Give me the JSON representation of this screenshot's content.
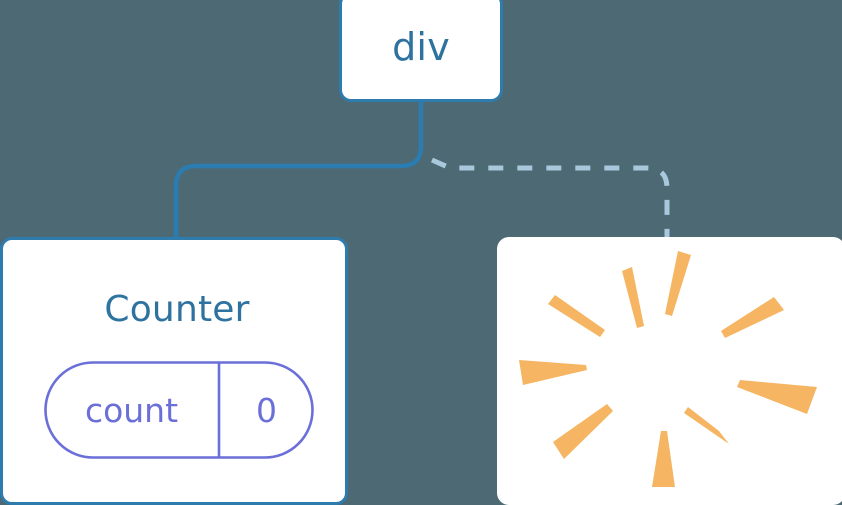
{
  "diagram": {
    "title": "React component tree with state and update burst",
    "background_color": "#4d6974",
    "node_fill": "#ffffff",
    "node_border_color": "#2e7cae",
    "label_color": "#2e72a0",
    "pill_color": "#6b6fd8",
    "edge_solid_color": "#2b7cb0",
    "edge_dashed_color": "#a8c8db",
    "sparkle_color": "#f5b562"
  },
  "nodes": {
    "root": {
      "label": "div",
      "type": "element-node"
    },
    "counter": {
      "label": "Counter",
      "type": "component-node",
      "state": {
        "key": "count",
        "value": "0"
      }
    },
    "sparkle": {
      "label": "",
      "type": "burst-node",
      "icon": "sparkle-burst-icon",
      "ray_count": 10
    }
  },
  "edges": [
    {
      "from": "root",
      "to": "counter",
      "style": "solid"
    },
    {
      "from": "root",
      "to": "sparkle",
      "style": "dashed"
    }
  ],
  "chart_data": {
    "type": "diagram",
    "title": "Component tree",
    "nodes": [
      "div",
      "Counter",
      "sparkle-burst"
    ],
    "links": [
      {
        "source": "div",
        "target": "Counter",
        "style": "solid"
      },
      {
        "source": "div",
        "target": "sparkle-burst",
        "style": "dashed"
      }
    ],
    "state_rows": [
      {
        "key": "count",
        "value": "0"
      }
    ]
  }
}
